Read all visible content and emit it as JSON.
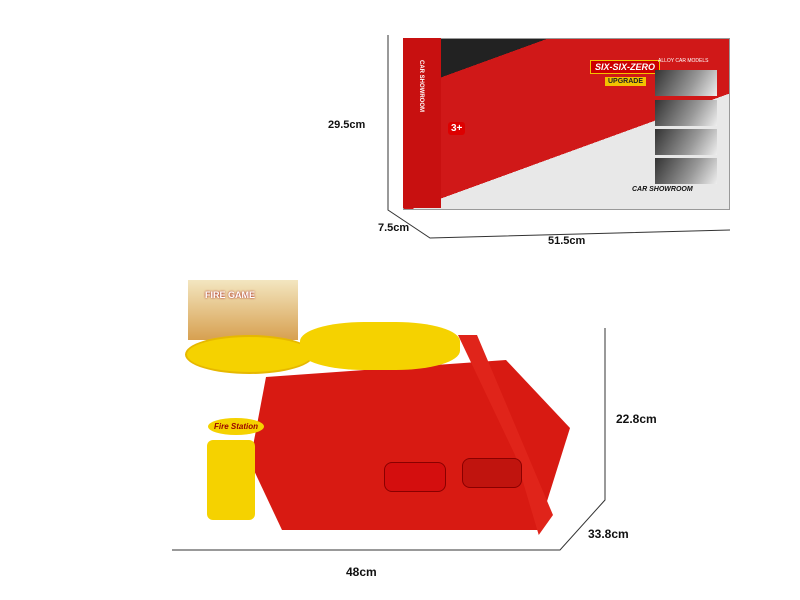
{
  "box_dimensions": {
    "height": "29.5cm",
    "depth": "7.5cm",
    "width": "51.5cm"
  },
  "toy_dimensions": {
    "height": "22.8cm",
    "depth": "33.8cm",
    "width": "48cm"
  },
  "box_packaging": {
    "brand": "SIX-SIX-ZERO",
    "badge": "UPGRADE",
    "alloy_label": "ALLOY CAR MODELS",
    "side_text": "CAR SHOWROOM",
    "age": "3+",
    "product_name": "CAR SHOWROOM"
  },
  "toy": {
    "poster_text": "FIRE GAME",
    "sign_text": "Fire Station"
  },
  "colors": {
    "red": "#d81a12",
    "yellow": "#f5d200"
  }
}
